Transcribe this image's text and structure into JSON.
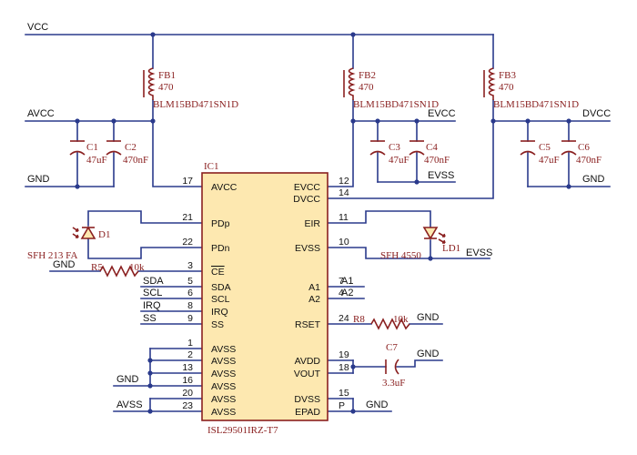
{
  "nets": {
    "vcc": "VCC",
    "avcc": "AVCC",
    "evcc": "EVCC",
    "dvcc": "DVCC",
    "gnd": "GND",
    "evss": "EVSS",
    "avss": "AVSS"
  },
  "ferrites": [
    {
      "ref": "FB1",
      "value": "470",
      "part": "BLM15BD471SN1D"
    },
    {
      "ref": "FB2",
      "value": "470",
      "part": "BLM15BD471SN1D"
    },
    {
      "ref": "FB3",
      "value": "470",
      "part": "BLM15BD471SN1D"
    }
  ],
  "capacitors": [
    {
      "ref": "C1",
      "value": "47uF"
    },
    {
      "ref": "C2",
      "value": "470nF"
    },
    {
      "ref": "C3",
      "value": "47uF"
    },
    {
      "ref": "C4",
      "value": "470nF"
    },
    {
      "ref": "C5",
      "value": "47uF"
    },
    {
      "ref": "C6",
      "value": "470nF"
    },
    {
      "ref": "C7",
      "value": "3.3uF"
    }
  ],
  "resistors": [
    {
      "ref": "R5",
      "value": "10k"
    },
    {
      "ref": "R8",
      "value": "10k"
    }
  ],
  "diodes": [
    {
      "ref": "D1",
      "part": "SFH 213 FA"
    },
    {
      "ref": "LD1",
      "part": "SFH 4550"
    }
  ],
  "ic": {
    "ref": "IC1",
    "part": "ISL29501IRZ-T7",
    "left_pins": [
      {
        "num": "17",
        "name": "AVCC"
      },
      {
        "num": "21",
        "name": "PDp"
      },
      {
        "num": "22",
        "name": "PDn"
      },
      {
        "num": "3",
        "name": "CE"
      },
      {
        "num": "5",
        "name": "SDA"
      },
      {
        "num": "6",
        "name": "SCL"
      },
      {
        "num": "8",
        "name": "IRQ"
      },
      {
        "num": "9",
        "name": "SS"
      },
      {
        "num": "1",
        "name": "AVSS"
      },
      {
        "num": "2",
        "name": "AVSS"
      },
      {
        "num": "13",
        "name": "AVSS"
      },
      {
        "num": "16",
        "name": "AVSS"
      },
      {
        "num": "20",
        "name": "AVSS"
      },
      {
        "num": "23",
        "name": "AVSS"
      }
    ],
    "right_pins": [
      {
        "num": "12",
        "name": "EVCC"
      },
      {
        "num": "14",
        "name": "DVCC"
      },
      {
        "num": "11",
        "name": "EIR"
      },
      {
        "num": "10",
        "name": "EVSS"
      },
      {
        "num": "7",
        "name": "A1"
      },
      {
        "num": "4",
        "name": "A2"
      },
      {
        "num": "24",
        "name": "RSET"
      },
      {
        "num": "19",
        "name": "AVDD"
      },
      {
        "num": "18",
        "name": "VOUT"
      },
      {
        "num": "15",
        "name": "DVSS"
      },
      {
        "num": "P",
        "name": "EPAD"
      }
    ]
  },
  "signals": {
    "sda": "SDA",
    "scl": "SCL",
    "irq": "IRQ",
    "ss": "SS",
    "a1": "A1",
    "a2": "A2"
  }
}
